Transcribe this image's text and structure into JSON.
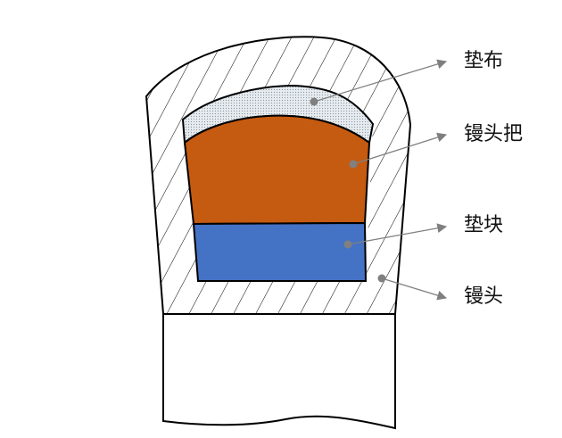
{
  "labels": {
    "pad_cloth": "垫布",
    "chisel_handle": "镘头把",
    "pad_block": "垫块",
    "chisel_head": "镘头"
  },
  "colors": {
    "pad_cloth_fill": "#d9e0e6",
    "handle_fill": "#c55a11",
    "pad_block_fill": "#4472c4",
    "hatch_fill": "#ffffff",
    "outline": "#000000",
    "leader_line": "#7f7f7f",
    "marker_dot": "#808080"
  }
}
